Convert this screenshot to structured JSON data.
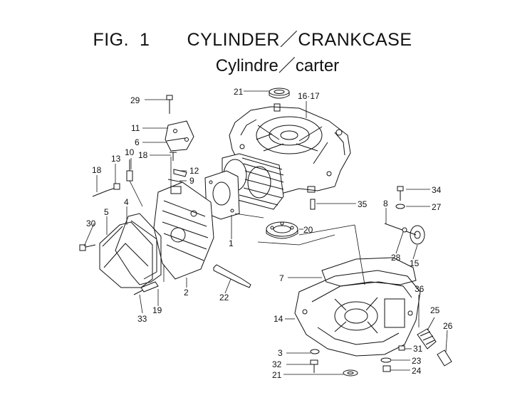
{
  "figure": {
    "fig_label": "FIG.",
    "fig_number": "1",
    "title_en": "CYLINDER／CRANKCASE",
    "title_fr": "Cylindre／carter"
  },
  "callouts": [
    {
      "id": "c29",
      "text": "29"
    },
    {
      "id": "c21a",
      "text": "21"
    },
    {
      "id": "c1617",
      "text": "16·17"
    },
    {
      "id": "c11",
      "text": "11"
    },
    {
      "id": "c6",
      "text": "6"
    },
    {
      "id": "c18a",
      "text": "18"
    },
    {
      "id": "c10",
      "text": "10"
    },
    {
      "id": "c13",
      "text": "13"
    },
    {
      "id": "c18b",
      "text": "18"
    },
    {
      "id": "c12",
      "text": "12"
    },
    {
      "id": "c9",
      "text": "9"
    },
    {
      "id": "c35",
      "text": "35"
    },
    {
      "id": "c34",
      "text": "34"
    },
    {
      "id": "c27",
      "text": "27"
    },
    {
      "id": "c30",
      "text": "30"
    },
    {
      "id": "c5",
      "text": "5"
    },
    {
      "id": "c4",
      "text": "4"
    },
    {
      "id": "c20",
      "text": "20"
    },
    {
      "id": "c1",
      "text": "1"
    },
    {
      "id": "c8",
      "text": "8"
    },
    {
      "id": "c28",
      "text": "28"
    },
    {
      "id": "c15",
      "text": "15"
    },
    {
      "id": "c7",
      "text": "7"
    },
    {
      "id": "c2",
      "text": "2"
    },
    {
      "id": "c22",
      "text": "22"
    },
    {
      "id": "c36",
      "text": "36"
    },
    {
      "id": "c19",
      "text": "19"
    },
    {
      "id": "c33",
      "text": "33"
    },
    {
      "id": "c14",
      "text": "14"
    },
    {
      "id": "c25",
      "text": "25"
    },
    {
      "id": "c26",
      "text": "26"
    },
    {
      "id": "c31",
      "text": "31"
    },
    {
      "id": "c3",
      "text": "3"
    },
    {
      "id": "c23",
      "text": "23"
    },
    {
      "id": "c32",
      "text": "32"
    },
    {
      "id": "c21b",
      "text": "21"
    },
    {
      "id": "c24",
      "text": "24"
    }
  ]
}
